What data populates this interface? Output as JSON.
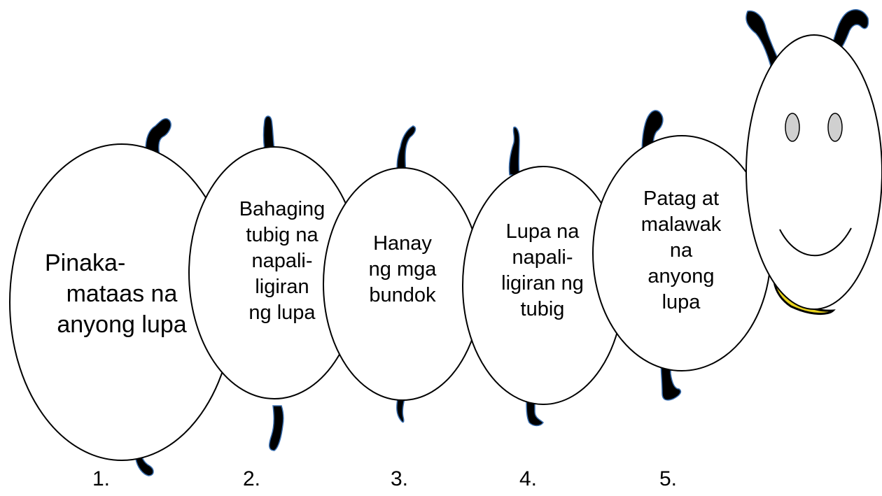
{
  "segments": [
    {
      "number": "1.",
      "lines": [
        "Pinaka-",
        "mataas na",
        "anyong lupa"
      ]
    },
    {
      "number": "2.",
      "lines": [
        "Bahaging",
        "tubig na",
        "napali-",
        "ligiran",
        "ng lupa"
      ]
    },
    {
      "number": "3.",
      "lines": [
        "Hanay",
        "ng mga",
        "bundok"
      ]
    },
    {
      "number": "4.",
      "lines": [
        "Lupa na",
        "napali-",
        "ligiran ng",
        "tubig"
      ]
    },
    {
      "number": "5.",
      "lines": [
        "Patag at",
        "malawak",
        "na",
        "anyong",
        "lupa"
      ]
    }
  ],
  "colors": {
    "outline": "#000000",
    "fill": "#ffffff",
    "legs": "#000000",
    "leg_edge": "#3a6fb0",
    "eyes": "#d0d0d0",
    "collar": "#e8d21c"
  }
}
